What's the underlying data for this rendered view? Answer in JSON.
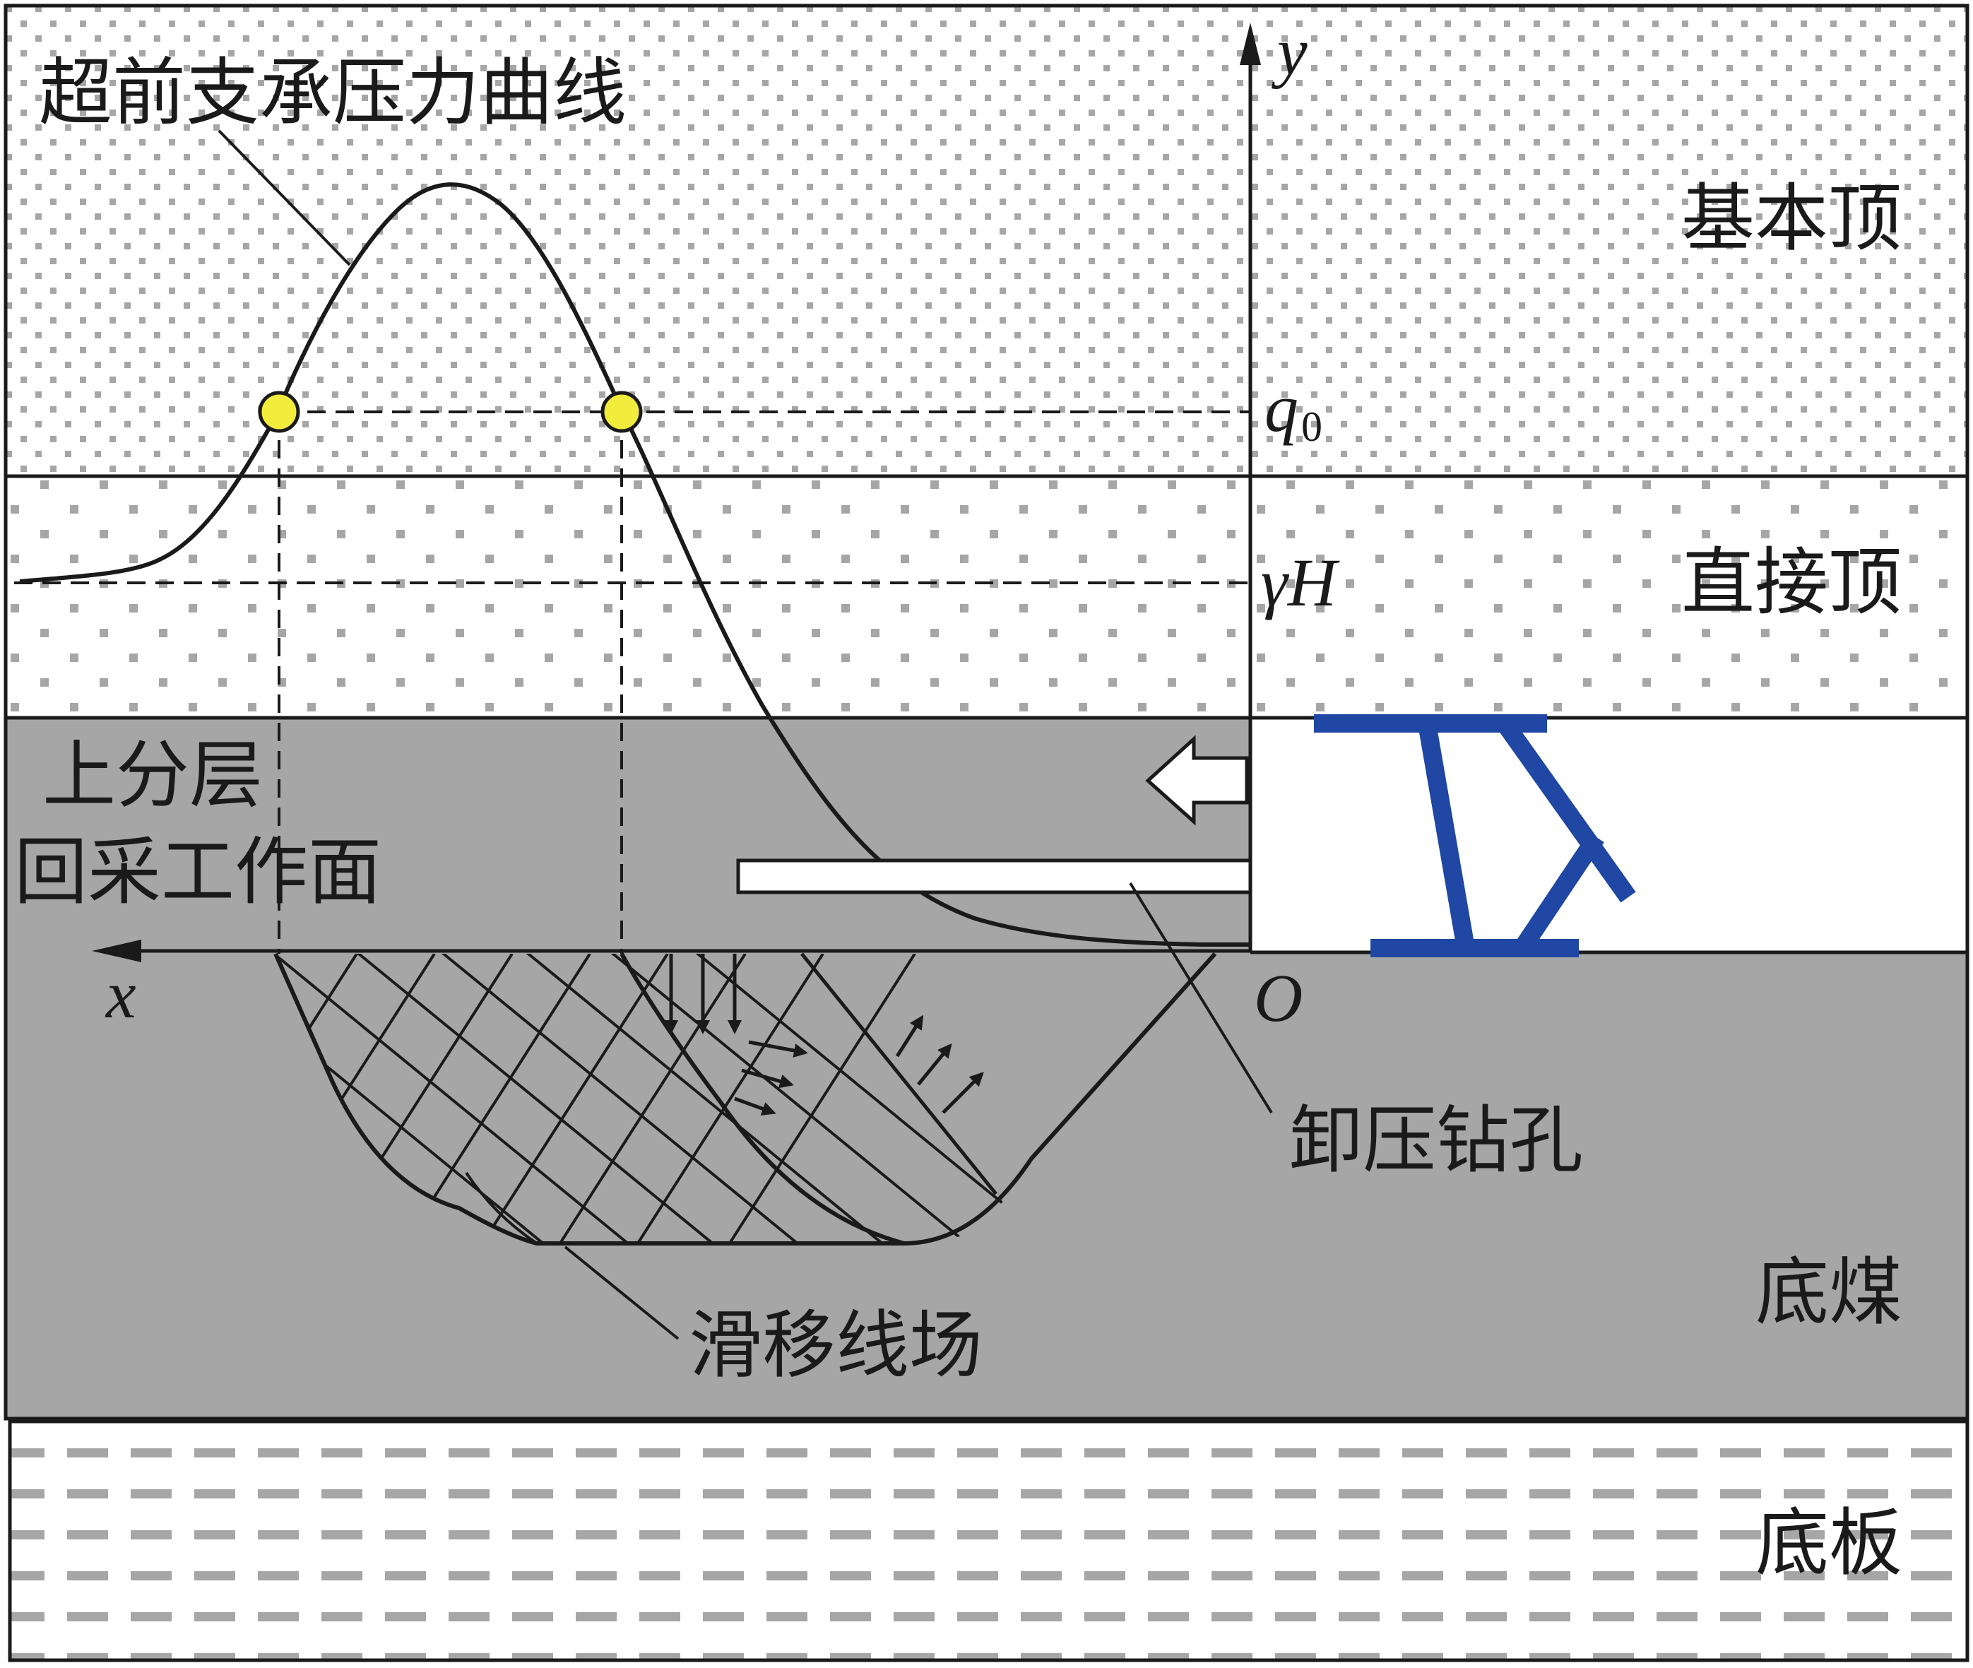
{
  "labels": {
    "curve": "超前支承压力曲线",
    "main_roof": "基本顶",
    "immediate_roof": "直接顶",
    "upper_layer_1": "上分层",
    "upper_layer_2": "回采工作面",
    "relief_hole": "卸压钻孔",
    "bottom_coal": "底煤",
    "slip_field": "滑移线场",
    "floor": "底板"
  },
  "axes": {
    "y": "y",
    "x": "x",
    "origin": "O",
    "q0_main": "q",
    "q0_sub": "0",
    "gammaH": "γH"
  },
  "colors": {
    "coal": "#a6a6a6",
    "support": "#1f47a3",
    "marker": "#f2ec3c",
    "line": "#1a1a1a"
  }
}
